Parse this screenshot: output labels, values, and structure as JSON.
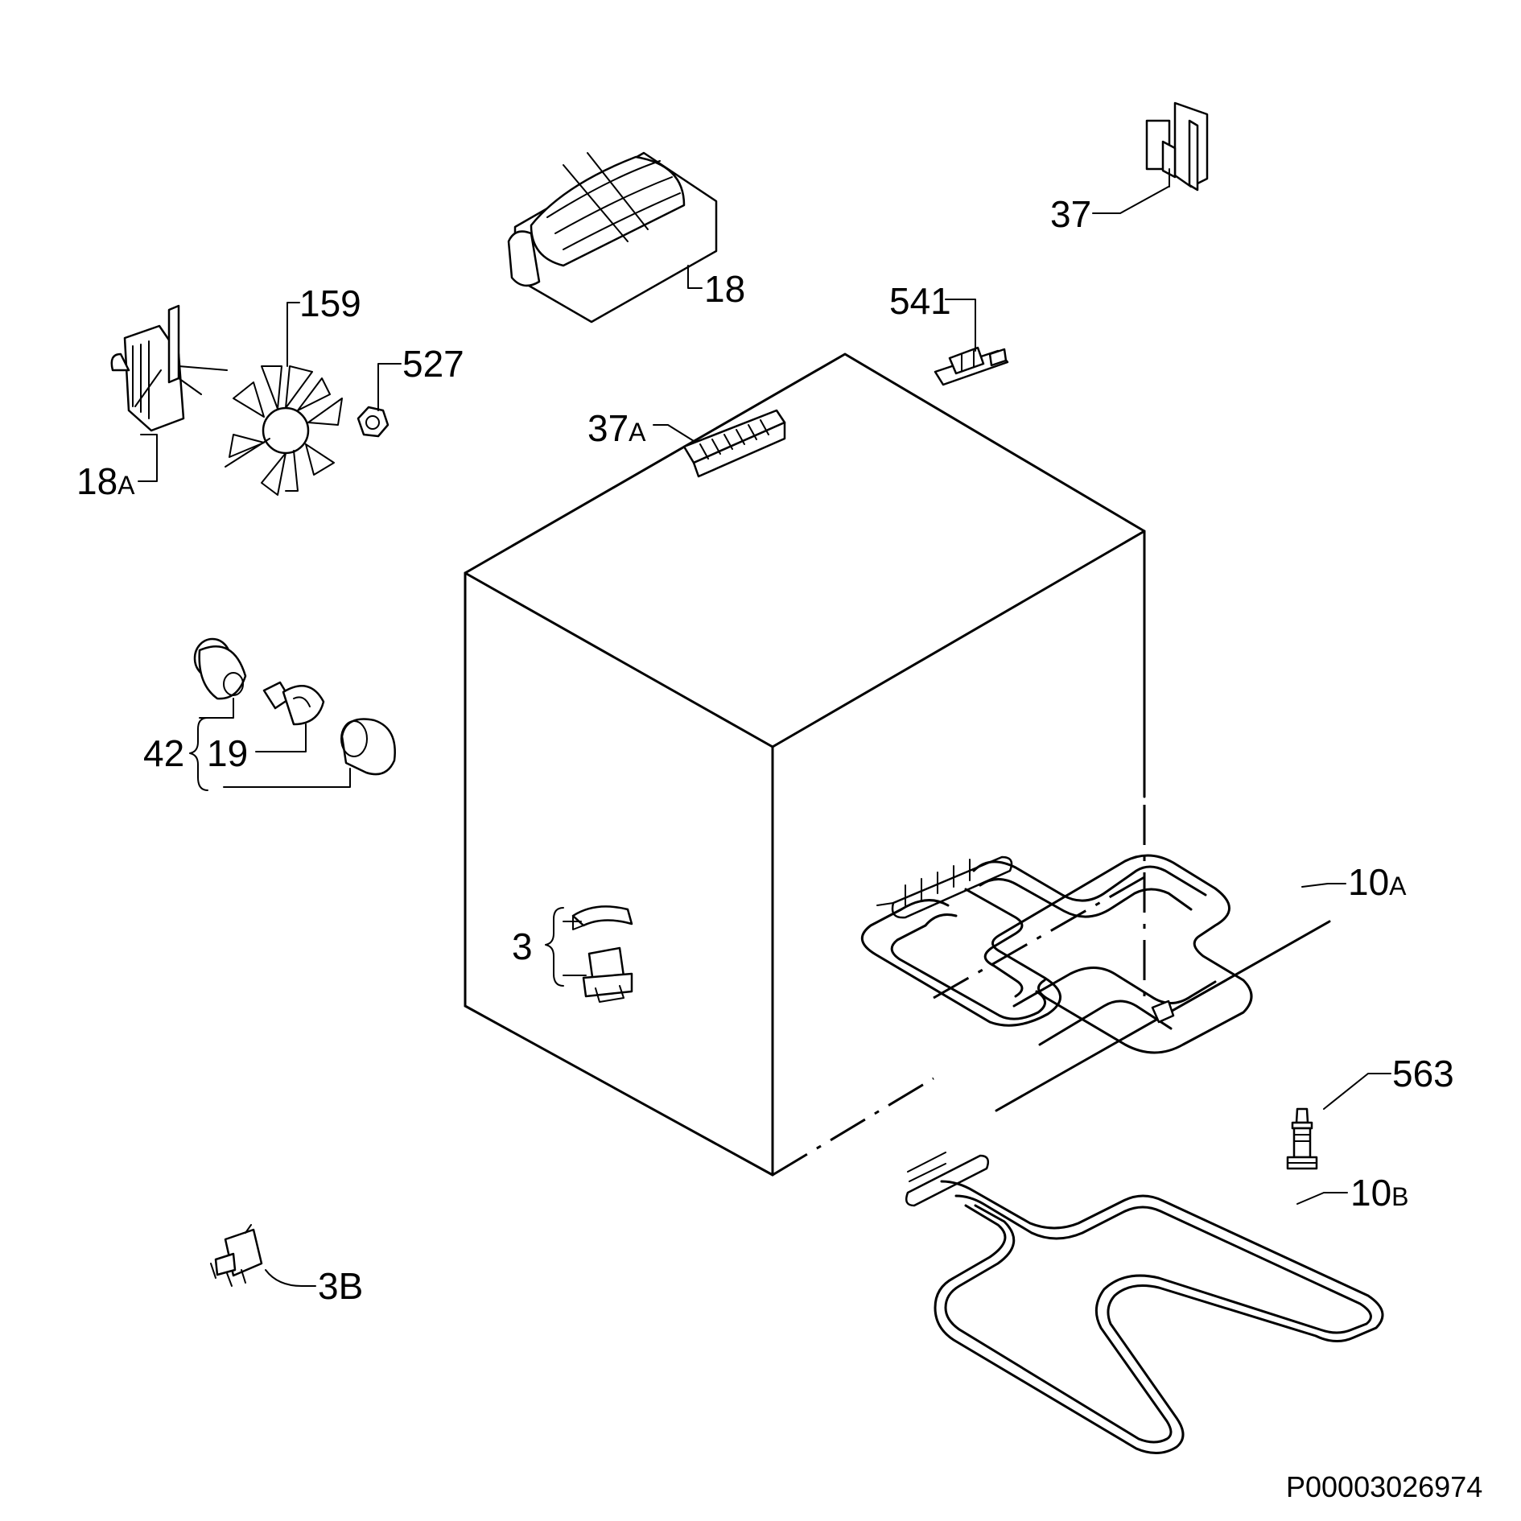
{
  "labels": {
    "l37": "37",
    "l18": "18",
    "l541": "541",
    "l159": "159",
    "l527": "527",
    "l37A_num": "37",
    "l37A_suf": "A",
    "l18A_num": "18",
    "l18A_suf": "A",
    "l42": "42",
    "l19": "19",
    "l3": "3",
    "l10A_num": "10",
    "l10A_suf": "A",
    "l563": "563",
    "l10B_num": "10",
    "l10B_suf": "B",
    "l3B": "3B"
  },
  "footer": {
    "code": "P00003026974"
  }
}
